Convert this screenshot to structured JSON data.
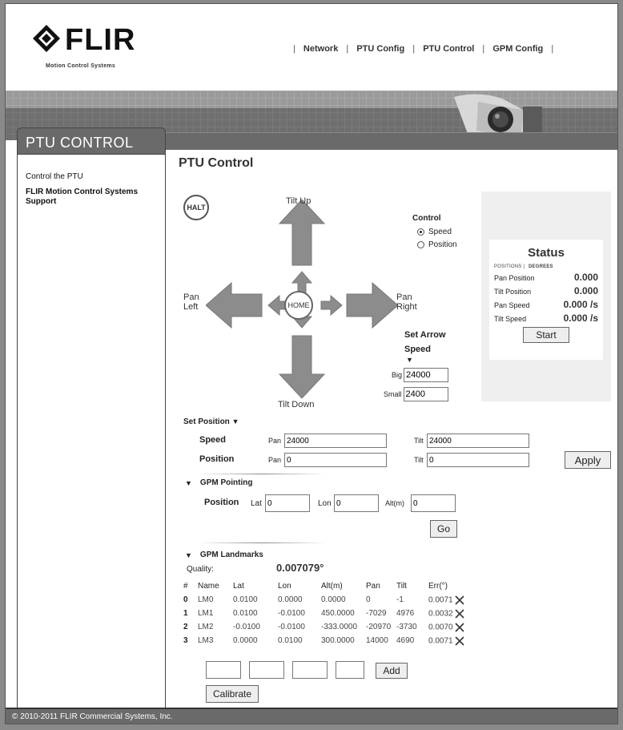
{
  "brand": {
    "name": "FLIR",
    "tagline": "Motion Control Systems"
  },
  "nav": {
    "items": [
      "Network",
      "PTU Config",
      "PTU Control",
      "GPM Config"
    ]
  },
  "side_tab": "PTU CONTROL",
  "sidebar": {
    "items": [
      "Control the PTU",
      "FLIR Motion Control Systems Support"
    ]
  },
  "main": {
    "title": "PTU Control"
  },
  "pad": {
    "halt": "HALT",
    "home": "HOME",
    "tilt_up": "Tilt Up",
    "tilt_down": "Tilt Down",
    "pan_left_1": "Pan",
    "pan_left_2": "Left",
    "pan_right_1": "Pan",
    "pan_right_2": "Right"
  },
  "control": {
    "heading": "Control",
    "options": [
      "Speed",
      "Position"
    ],
    "selected": "Speed"
  },
  "arrow_speed": {
    "heading_1": "Set Arrow",
    "heading_2": "Speed",
    "big_label": "Big",
    "big_value": "24000",
    "small_label": "Small",
    "small_value": "2400"
  },
  "status": {
    "title": "Status",
    "unit_positions": "POSITIONS",
    "unit_degrees": "DEGREES",
    "rows": [
      {
        "label": "Pan Position",
        "value": "0.000"
      },
      {
        "label": "Tilt Position",
        "value": "0.000"
      },
      {
        "label": "Pan Speed",
        "value": "0.000 /s"
      },
      {
        "label": "Tilt Speed",
        "value": "0.000 /s"
      }
    ],
    "start_label": "Start"
  },
  "set_position": {
    "heading": "Set Position",
    "speed_label": "Speed",
    "position_label": "Position",
    "pan_label": "Pan",
    "tilt_label": "Tilt",
    "speed_pan": "24000",
    "speed_tilt": "24000",
    "position_pan": "0",
    "position_tilt": "0",
    "apply_label": "Apply"
  },
  "gpm_pointing": {
    "heading": "GPM Pointing",
    "position_label": "Position",
    "lat_label": "Lat",
    "lon_label": "Lon",
    "alt_label": "Alt(m)",
    "lat": "0",
    "lon": "0",
    "alt": "0",
    "go_label": "Go"
  },
  "gpm_landmarks": {
    "heading": "GPM Landmarks",
    "quality_label": "Quality:",
    "quality_value": "0.007079°",
    "columns": [
      "#",
      "Name",
      "Lat",
      "Lon",
      "Alt(m)",
      "Pan",
      "Tilt",
      "Err(°)"
    ],
    "rows": [
      [
        "0",
        "LM0",
        "0.0100",
        "0.0000",
        "0.0000",
        "0",
        "-1",
        "0.0071"
      ],
      [
        "1",
        "LM1",
        "0.0100",
        "-0.0100",
        "450.0000",
        "-7029",
        "4976",
        "0.0032"
      ],
      [
        "2",
        "LM2",
        "-0.0100",
        "-0.0100",
        "-333.0000",
        "-20970",
        "-3730",
        "0.0070"
      ],
      [
        "3",
        "LM3",
        "0.0000",
        "0.0100",
        "300.0000",
        "14000",
        "4690",
        "0.0071"
      ]
    ],
    "add_label": "Add",
    "calibrate_label": "Calibrate"
  },
  "footer": "© 2010-2011 FLIR Commercial Systems, Inc.",
  "colors": {
    "band": "#6a6a6a",
    "arrow": "#8c8c8c",
    "panel": "#efefef"
  },
  "icons": [
    "flir-logo-icon",
    "camera-icon",
    "delete-x-icon",
    "caret-down-icon"
  ]
}
